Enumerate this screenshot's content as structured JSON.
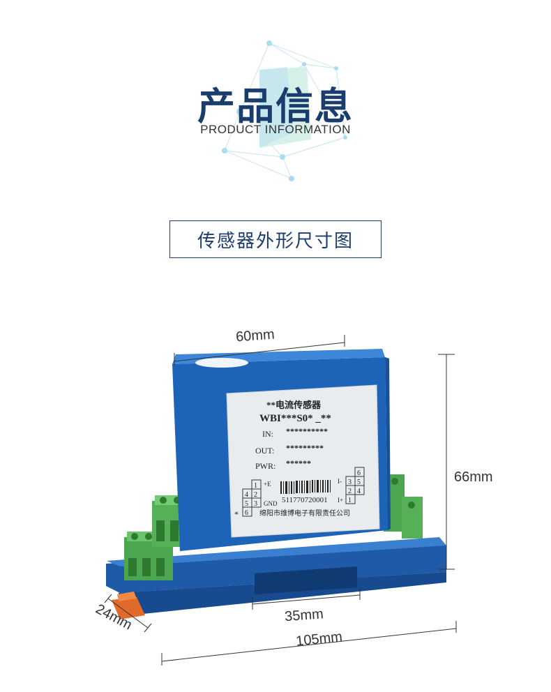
{
  "header": {
    "title": "产品信息",
    "subtitle": "PRODUCT INFORMATION"
  },
  "section": {
    "title": "传感器外形尺寸图"
  },
  "dimensions": {
    "width": "60mm",
    "height": "66mm",
    "slot": "35mm",
    "depth": "24mm",
    "length": "105mm"
  },
  "label": {
    "product_name": "**电流传感器",
    "model": "WBI***S0* _**",
    "in_label": "IN:",
    "in_value": "**********",
    "out_label": "OUT:",
    "out_value": "*********",
    "pwr_label": "PWR:",
    "pwr_value": "******",
    "barcode_number": "511770720001",
    "manufacturer": "绵阳市维博电子有限责任公司",
    "left_pins": [
      "1",
      "2",
      "3",
      "4",
      "5",
      "6"
    ],
    "left_pin_plus_e": "+E",
    "left_pin_gnd": "GND",
    "star": "*",
    "right_pins": [
      "6",
      "5",
      "4",
      "3",
      "2",
      "1"
    ],
    "right_i_minus": "I-",
    "right_i_plus": "I+"
  },
  "colors": {
    "brand": "#1b3d6e",
    "housing": "#1d63b8",
    "terminal": "#55b058",
    "clip": "#e06a2a"
  }
}
